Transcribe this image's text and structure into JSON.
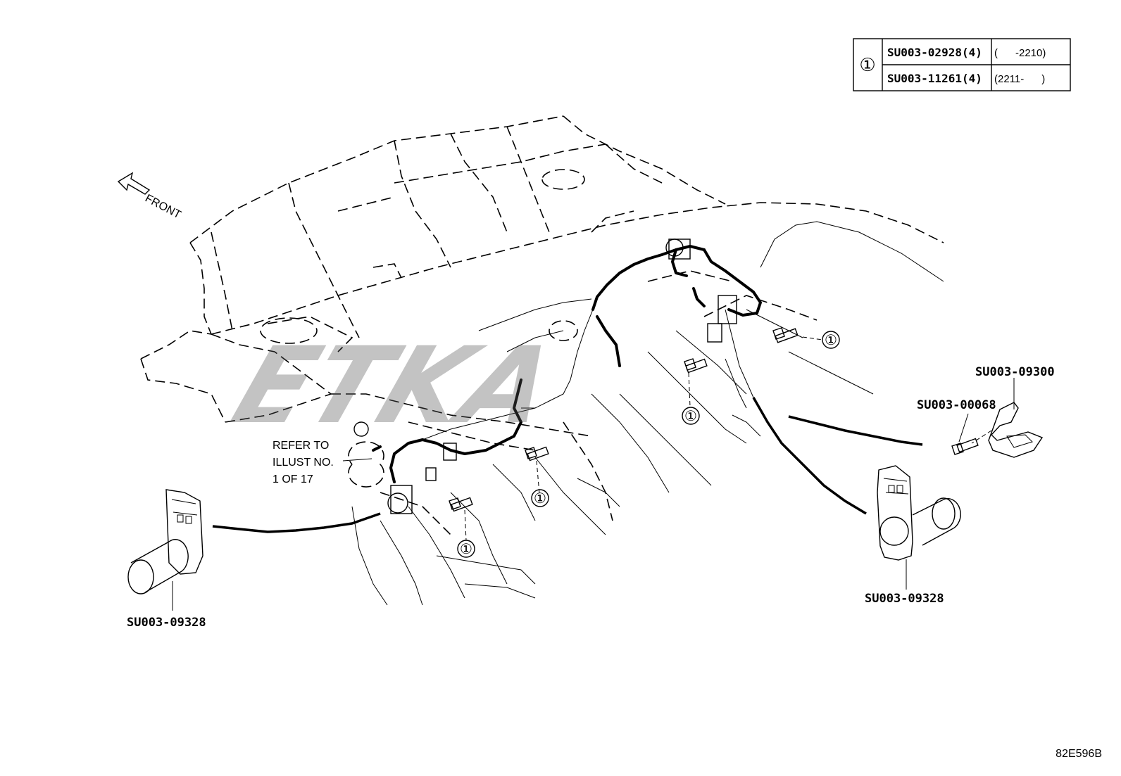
{
  "reference_table": {
    "ref_mark": "①",
    "rows": [
      {
        "part": "SU003-02928(4)",
        "range": "(      -2210)"
      },
      {
        "part": "SU003-11261(4)",
        "range": "(2211-      )"
      }
    ]
  },
  "front_arrow_label": "FRONT",
  "refer_note": {
    "line1": "REFER TO",
    "line2": "ILLUST NO.",
    "line3": "1 OF 17"
  },
  "part_labels": {
    "bracket_right": "SU003-09300",
    "bolt_right": "SU003-00068",
    "grommet_right": "SU003-09328",
    "grommet_left": "SU003-09328"
  },
  "callout_mark": "①",
  "diagram_code": "82E596B",
  "watermark_text": "ETKA"
}
